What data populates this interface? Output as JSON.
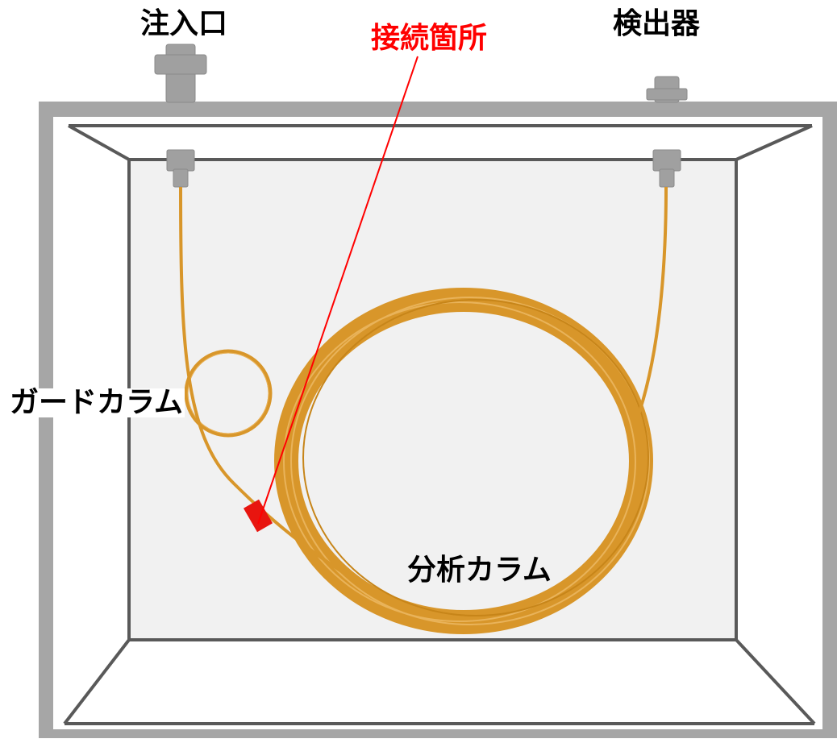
{
  "labels": {
    "inlet": "注入口",
    "joint": "接続箇所",
    "detector": "検出器",
    "guard_column": "ガードカラム",
    "analytical_column": "分析カラム"
  },
  "colors": {
    "frame": "#a6a6a6",
    "frame_edge": "#595959",
    "oven_back": "#f1f1f1",
    "column": "#d8962a",
    "connector": "#e8150f",
    "highlight_label": "#ff0000",
    "fitting": "#a0a0a0"
  }
}
